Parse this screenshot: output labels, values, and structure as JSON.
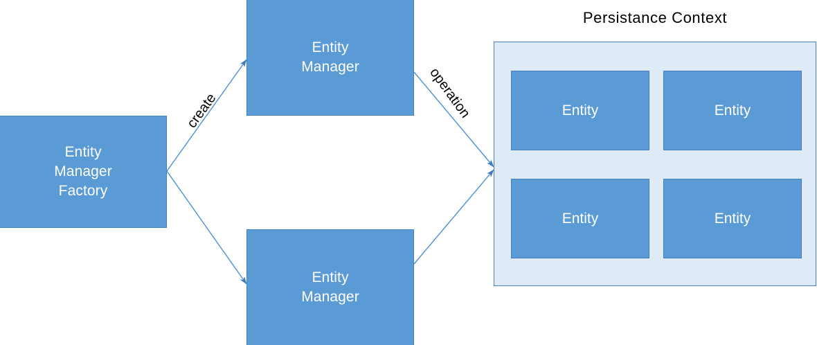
{
  "diagram": {
    "title": "Persistance Context",
    "colors": {
      "node_fill": "#5B9BD5",
      "node_border": "#417FC0",
      "container_fill": "#DEEAF6",
      "container_border": "#4A7EBB",
      "connector": "#4A90D9",
      "node_text": "#FFFFFF",
      "label_text": "#000000",
      "background": "#FFFFFF"
    },
    "nodes": [
      {
        "id": "entity-manager-factory",
        "label": "Entity\nManager\nFactory"
      },
      {
        "id": "entity-manager-top",
        "label": "Entity\nManager"
      },
      {
        "id": "entity-manager-bottom",
        "label": "Entity\nManager"
      }
    ],
    "persistence_context": {
      "title": "Persistance Context",
      "entities": [
        {
          "id": "entity-0",
          "label": "Entity"
        },
        {
          "id": "entity-1",
          "label": "Entity"
        },
        {
          "id": "entity-2",
          "label": "Entity"
        },
        {
          "id": "entity-3",
          "label": "Entity"
        }
      ]
    },
    "edges": [
      {
        "id": "emf-to-em-top",
        "label": "create",
        "from": "entity-manager-factory",
        "to": "entity-manager-top"
      },
      {
        "id": "emf-to-em-bottom",
        "label": "",
        "from": "entity-manager-factory",
        "to": "entity-manager-bottom"
      },
      {
        "id": "em-top-to-context",
        "label": "operation",
        "from": "entity-manager-top",
        "to": "persistence-context"
      },
      {
        "id": "em-bottom-to-context",
        "label": "",
        "from": "entity-manager-bottom",
        "to": "persistence-context"
      }
    ]
  }
}
